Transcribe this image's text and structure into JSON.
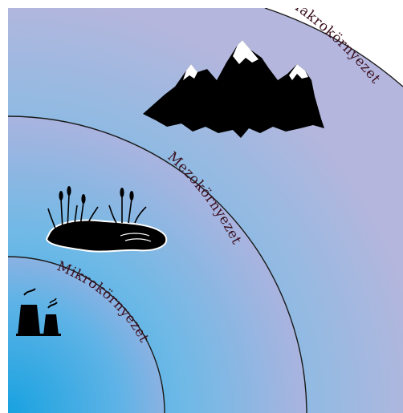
{
  "zones": {
    "macro": {
      "label": "Makrokörnyezet",
      "icon": "mountains-icon"
    },
    "meso": {
      "label": "Mezokörnyezet",
      "icon": "pond-icon"
    },
    "micro": {
      "label": "Mikrokörnyezet",
      "icon": "factory-icon"
    }
  },
  "colors": {
    "inner": "#1aa3e0",
    "outer": "#b3b3dc",
    "border": "#1a1a1a",
    "label": "#3a1020",
    "icon": "#000000"
  }
}
